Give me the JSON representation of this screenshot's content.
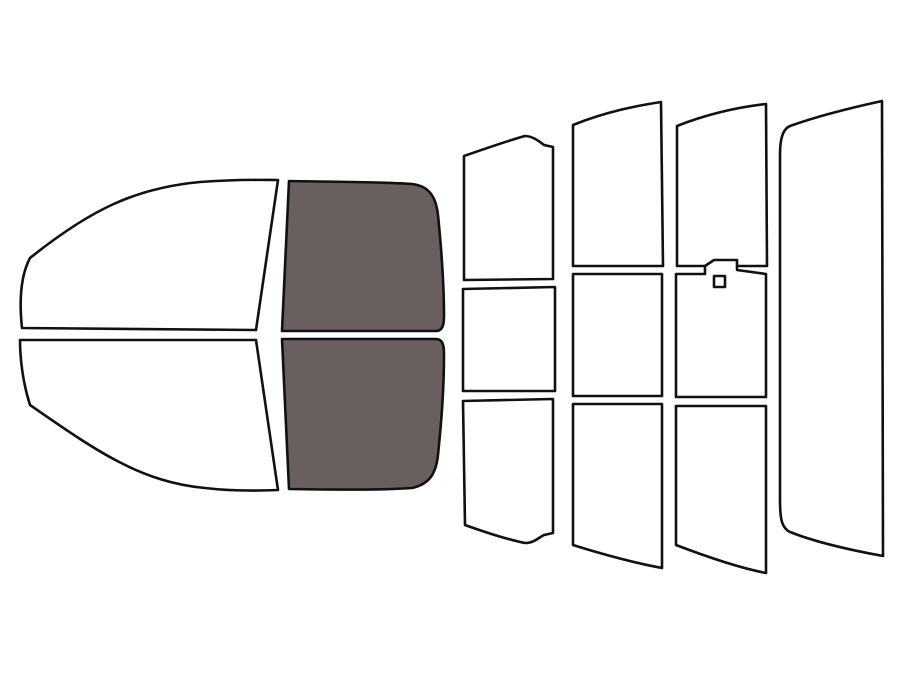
{
  "colors": {
    "background": "#ffffff",
    "outline": "#111111",
    "clear": "#ffffff",
    "tinted": "#695f5f"
  },
  "windows": [
    {
      "name": "front-windshield-top",
      "tinted": false
    },
    {
      "name": "front-windshield-bottom",
      "tinted": false
    },
    {
      "name": "front-door-window-top",
      "tinted": true
    },
    {
      "name": "front-door-window-bottom",
      "tinted": true
    },
    {
      "name": "rear-door-window-top",
      "tinted": false
    },
    {
      "name": "rear-door-window-middle",
      "tinted": false
    },
    {
      "name": "rear-door-window-bottom",
      "tinted": false
    },
    {
      "name": "rear-quarter-window-top",
      "tinted": false
    },
    {
      "name": "rear-quarter-window-middle",
      "tinted": false
    },
    {
      "name": "rear-quarter-window-bottom",
      "tinted": false
    },
    {
      "name": "back-glass-top",
      "tinted": false
    },
    {
      "name": "back-glass-middle",
      "tinted": false
    },
    {
      "name": "back-glass-bottom",
      "tinted": false
    },
    {
      "name": "rear-windshield",
      "tinted": false
    }
  ]
}
